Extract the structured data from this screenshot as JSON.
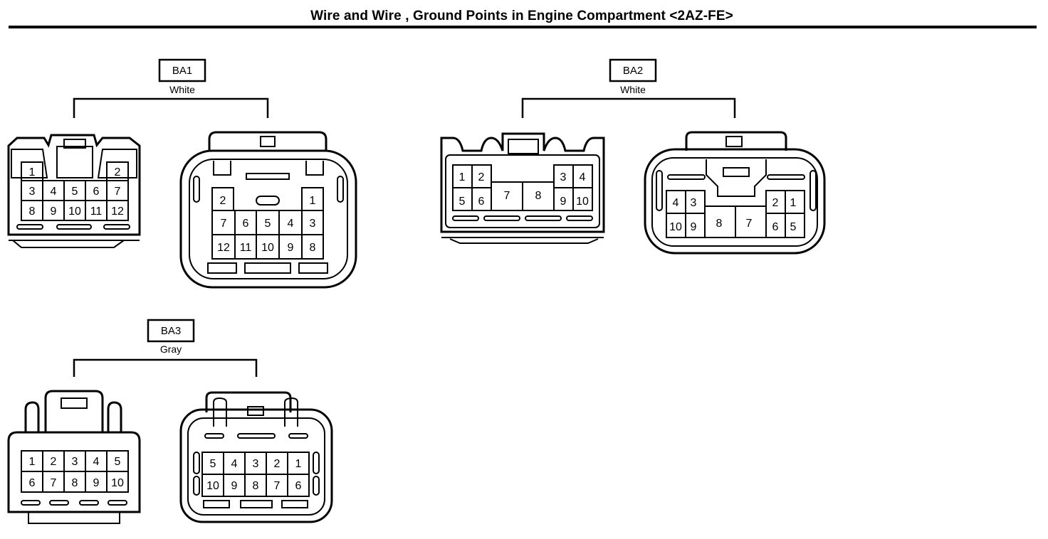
{
  "title": "Wire and Wire , Ground Points in Engine Compartment <2AZ-FE>",
  "connectors": {
    "ba1": {
      "code": "BA1",
      "color": "White",
      "left": {
        "pins": [
          "1",
          "2",
          "3",
          "4",
          "5",
          "6",
          "7",
          "8",
          "9",
          "10",
          "11",
          "12"
        ]
      },
      "right": {
        "pins": [
          "1",
          "2",
          "3",
          "4",
          "5",
          "6",
          "7",
          "8",
          "9",
          "10",
          "11",
          "12"
        ]
      }
    },
    "ba2": {
      "code": "BA2",
      "color": "White",
      "left": {
        "pins": [
          "1",
          "2",
          "3",
          "4",
          "5",
          "6",
          "7",
          "8",
          "9",
          "10"
        ]
      },
      "right": {
        "pins": [
          "1",
          "2",
          "3",
          "4",
          "5",
          "6",
          "7",
          "8",
          "9",
          "10"
        ]
      }
    },
    "ba3": {
      "code": "BA3",
      "color": "Gray",
      "left": {
        "pins": [
          "1",
          "2",
          "3",
          "4",
          "5",
          "6",
          "7",
          "8",
          "9",
          "10"
        ]
      },
      "right": {
        "pins": [
          "1",
          "2",
          "3",
          "4",
          "5",
          "6",
          "7",
          "8",
          "9",
          "10"
        ]
      }
    }
  },
  "colors": {
    "line": "#000000",
    "background": "#ffffff"
  }
}
